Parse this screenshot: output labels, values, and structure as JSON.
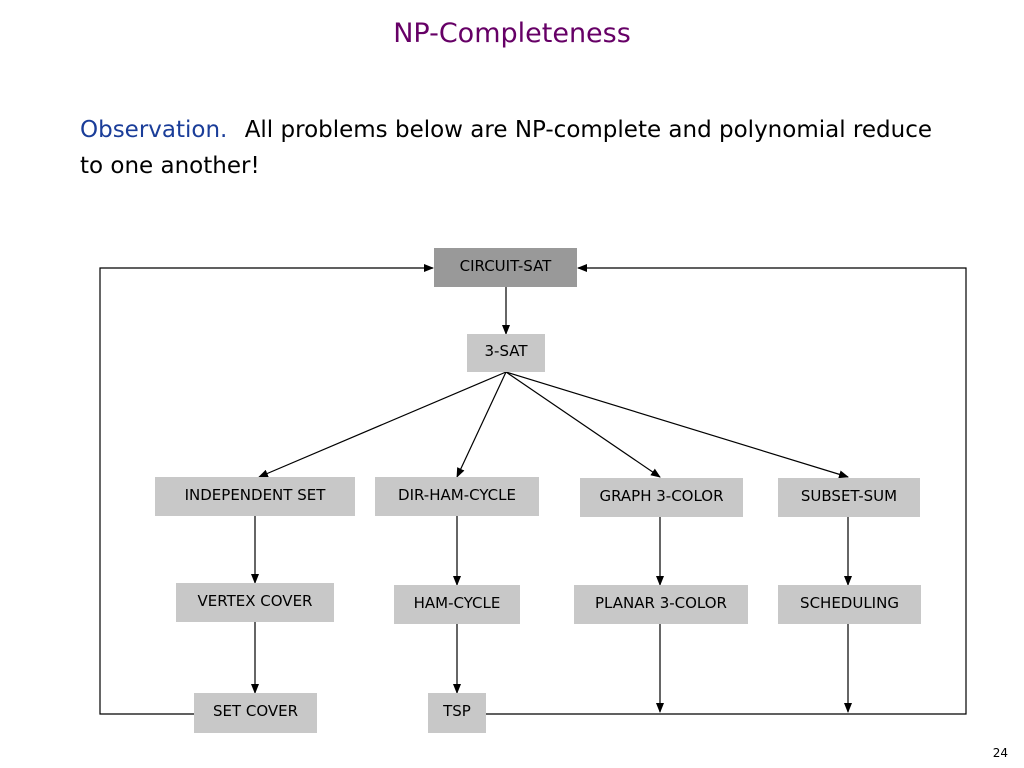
{
  "slide": {
    "title": "NP-Completeness",
    "observation_lead": "Observation.",
    "observation_text": "All problems below are NP-complete and polynomial reduce to one another!",
    "page_number": "24"
  },
  "nodes": {
    "circuit_sat": "CIRCUIT-SAT",
    "three_sat": "3-SAT",
    "independent_set": "INDEPENDENT SET",
    "dir_ham_cycle": "DIR-HAM-CYCLE",
    "graph_3_color": "GRAPH 3-COLOR",
    "subset_sum": "SUBSET-SUM",
    "vertex_cover": "VERTEX COVER",
    "ham_cycle": "HAM-CYCLE",
    "planar_3_color": "PLANAR 3-COLOR",
    "scheduling": "SCHEDULING",
    "set_cover": "SET COVER",
    "tsp": "TSP"
  },
  "colors": {
    "title": "#660066",
    "observation_lead": "#1a3d99",
    "node_fill": "#c8c8c8",
    "root_node_fill": "#999999"
  }
}
